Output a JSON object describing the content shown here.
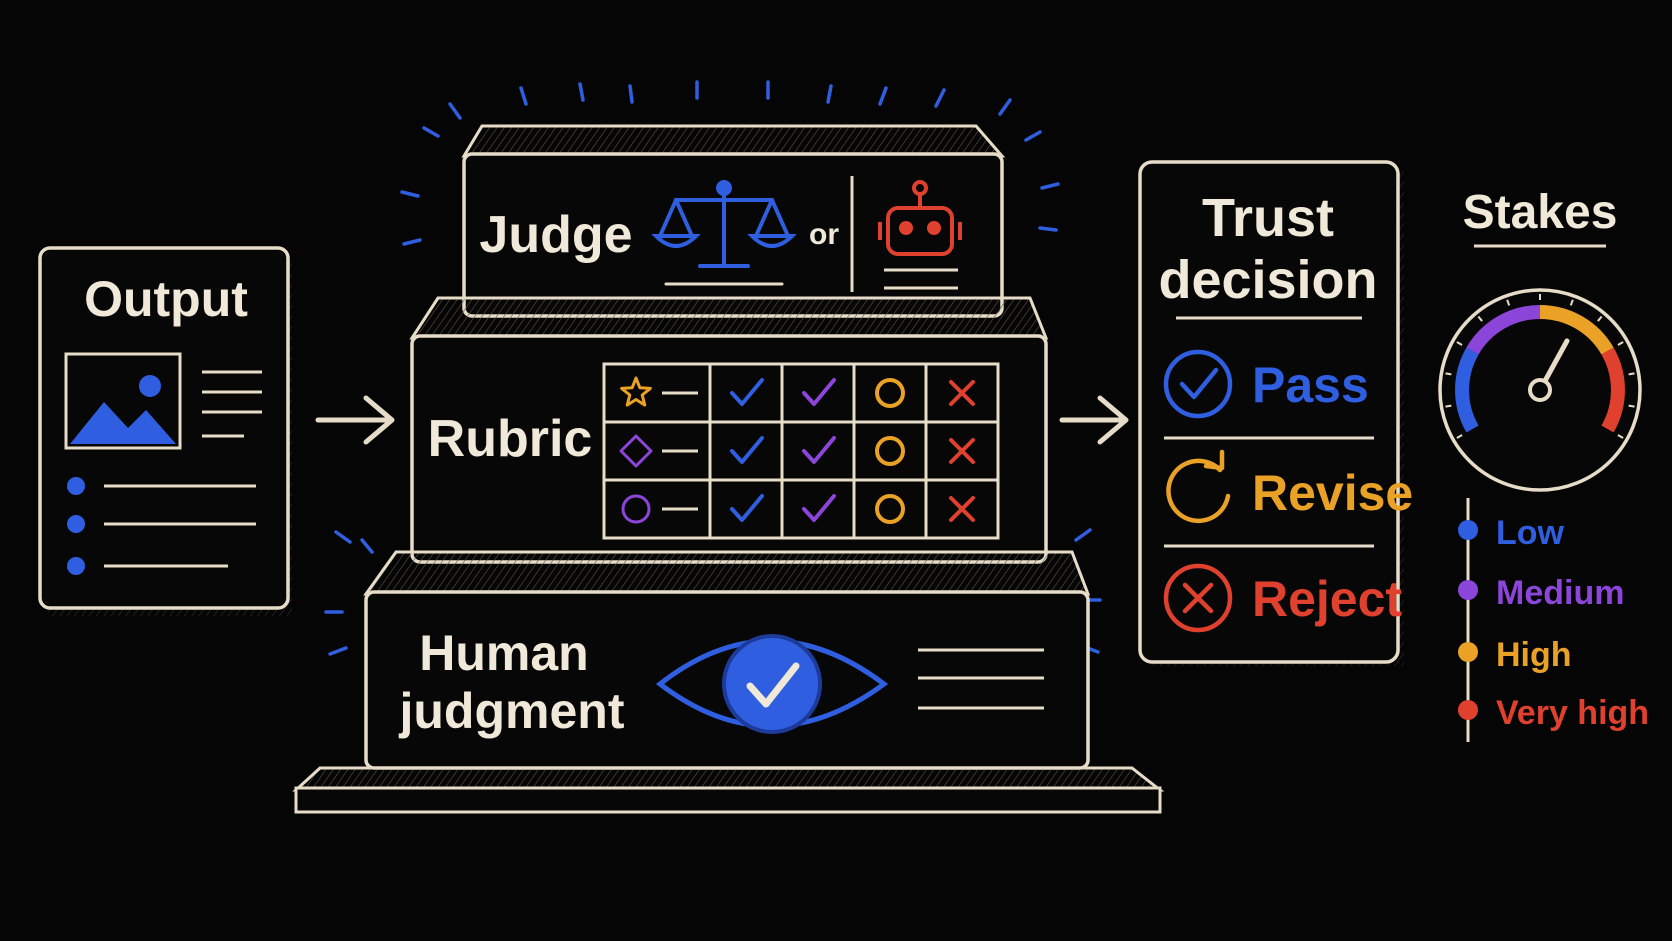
{
  "colors": {
    "background": "#050505",
    "outline": "#e7dcc8",
    "text": "#f0e8d8",
    "blue": "#2f5fe0",
    "purple": "#8b45d9",
    "orange": "#e9a126",
    "red": "#e0402e"
  },
  "output_card": {
    "title": "Output",
    "icons": [
      "image-icon",
      "text-lines-icon",
      "bullet-list-icon"
    ]
  },
  "judge": {
    "title": "Judge",
    "or_label": "or",
    "icons": [
      "scales-of-justice-icon",
      "robot-icon"
    ]
  },
  "rubric": {
    "title": "Rubric",
    "rows": [
      {
        "marker": "star-icon",
        "marker_color": "#e9a126",
        "cells": [
          "check-blue",
          "check-purple",
          "circle-orange",
          "cross-red"
        ]
      },
      {
        "marker": "diamond-icon",
        "marker_color": "#8b45d9",
        "cells": [
          "check-blue",
          "check-purple",
          "circle-orange",
          "cross-red"
        ]
      },
      {
        "marker": "circle-icon",
        "marker_color": "#8b45d9",
        "cells": [
          "check-blue",
          "check-purple",
          "circle-orange",
          "cross-red"
        ]
      }
    ]
  },
  "human": {
    "title_line1": "Human",
    "title_line2": "judgment",
    "icons": [
      "eye-check-icon"
    ]
  },
  "trust": {
    "title_line1": "Trust",
    "title_line2": "decision",
    "options": [
      {
        "label": "Pass",
        "icon": "check-circle-icon",
        "color": "#2f5fe0"
      },
      {
        "label": "Revise",
        "icon": "refresh-icon",
        "color": "#e9a126"
      },
      {
        "label": "Reject",
        "icon": "x-circle-icon",
        "color": "#e0402e"
      }
    ]
  },
  "stakes": {
    "title": "Stakes",
    "gauge_level": 0.62,
    "levels": [
      {
        "label": "Low",
        "color": "#2f5fe0"
      },
      {
        "label": "Medium",
        "color": "#8b45d9"
      },
      {
        "label": "High",
        "color": "#e9a126"
      },
      {
        "label": "Very high",
        "color": "#e0402e"
      }
    ]
  }
}
